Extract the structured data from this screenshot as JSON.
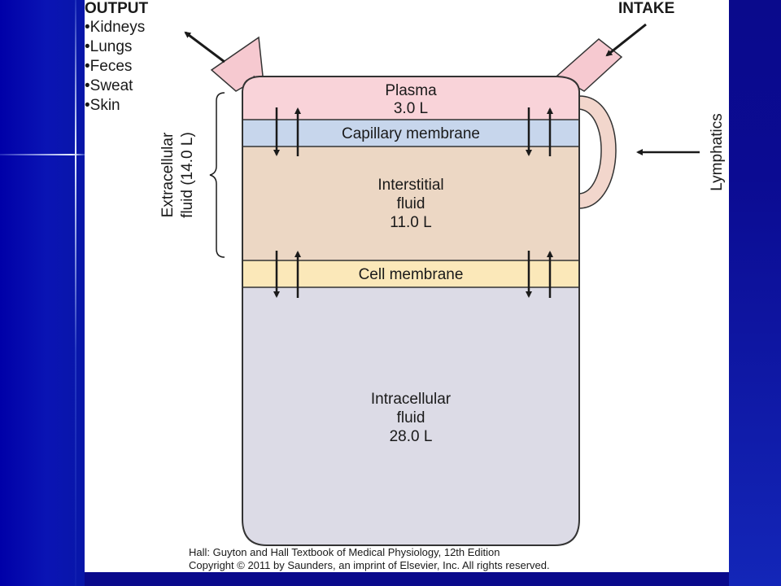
{
  "output": {
    "heading": "OUTPUT",
    "items": [
      "•Kidneys",
      "•Lungs",
      "•Feces",
      "•Sweat",
      "•Skin"
    ]
  },
  "intake": {
    "heading": "INTAKE"
  },
  "lymphatics": {
    "label": "Lymphatics"
  },
  "extracellular": {
    "line1": "Extracellular",
    "line2": "fluid (14.0 L)"
  },
  "compartments": {
    "plasma": {
      "line1": "Plasma",
      "line2": "3.0 L",
      "color": "#f9d3d9"
    },
    "capillary_membrane": {
      "label": "Capillary membrane",
      "color": "#c7d6ec"
    },
    "interstitial": {
      "line1": "Interstitial",
      "line2": "fluid",
      "line3": "11.0 L",
      "color": "#ecd7c4"
    },
    "cell_membrane": {
      "label": "Cell membrane",
      "color": "#fbe8b9"
    },
    "intracellular": {
      "line1": "Intracellular",
      "line2": "fluid",
      "line3": "28.0 L",
      "color": "#dcdbe6"
    }
  },
  "caption": {
    "line1": "Hall: Guyton and Hall Textbook of Medical Physiology, 12th Edition",
    "line2": "Copyright © 2011 by Saunders, an imprint of Elsevier, Inc. All rights reserved."
  }
}
